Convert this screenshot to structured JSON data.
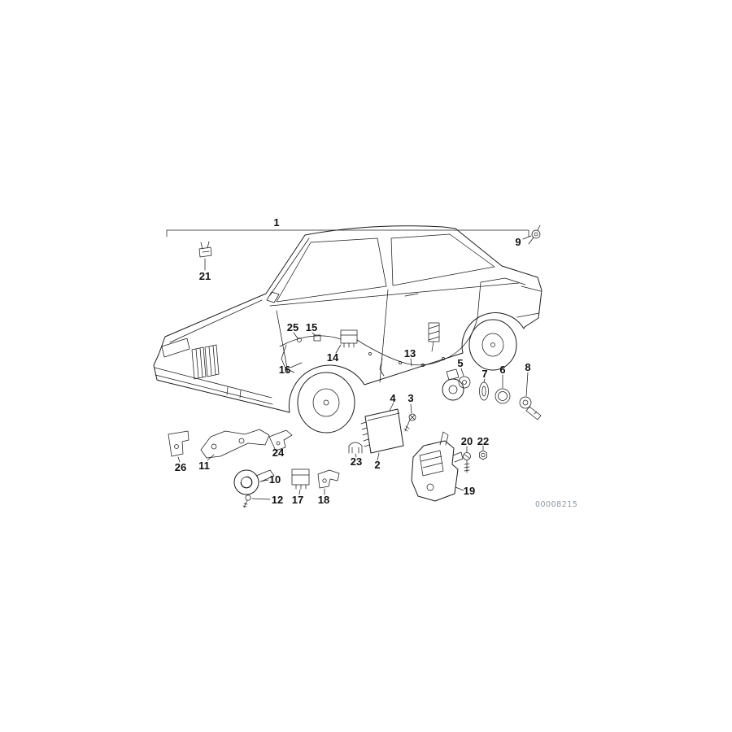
{
  "page": {
    "background": "#ffffff"
  },
  "diagram": {
    "doc_number": "00008215",
    "colors": {
      "line": "#1c1c1c",
      "label": "#111111",
      "doc_number": "#8f969c",
      "background": "#ffffff"
    },
    "callouts": {
      "c1": "1",
      "c2": "2",
      "c3": "3",
      "c4": "4",
      "c5": "5",
      "c6": "6",
      "c7": "7",
      "c8": "8",
      "c9": "9",
      "c10": "10",
      "c11": "11",
      "c12": "12",
      "c13": "13",
      "c14": "14",
      "c15": "15",
      "c16": "16",
      "c17": "17",
      "c18": "18",
      "c19": "19",
      "c20": "20",
      "c21": "21",
      "c22": "22",
      "c23": "23",
      "c24": "24",
      "c25": "25",
      "c26": "26"
    }
  }
}
